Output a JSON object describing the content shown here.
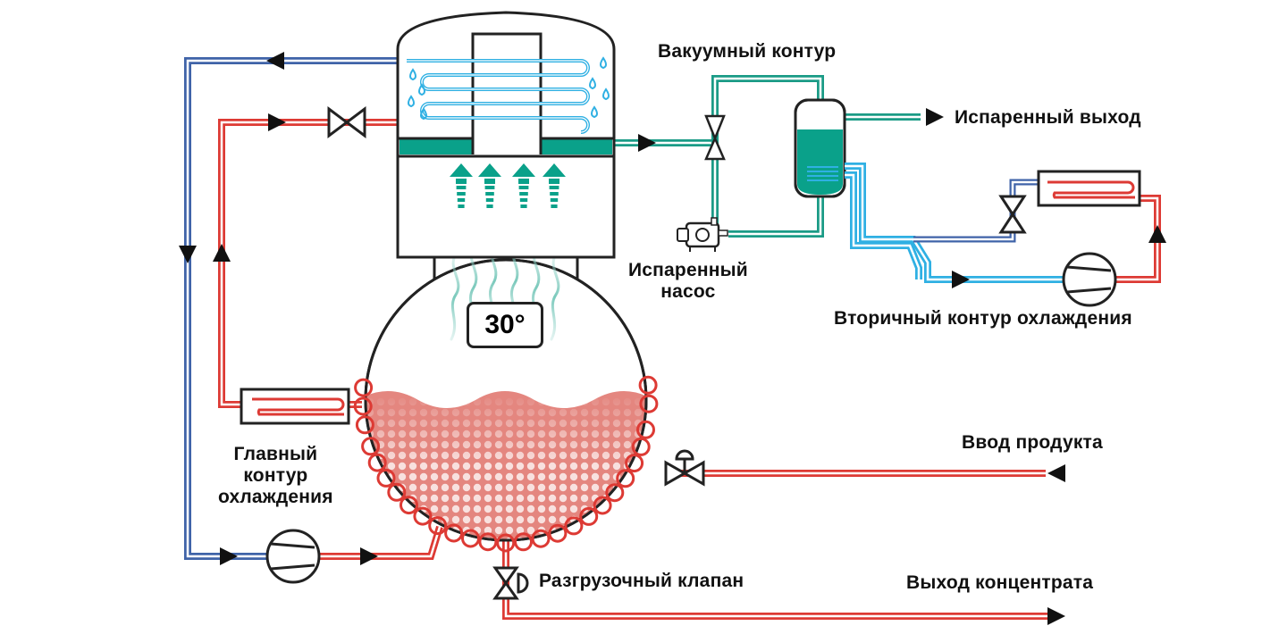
{
  "colors": {
    "hot_pipe": "#dd3a34",
    "cold_pipe": "#3f63a8",
    "vacuum_pipe": "#1a9b86",
    "secondary_pipe": "#2fb0e3",
    "liquid": "#e4867f",
    "condensate": "#0aa18a",
    "outline": "#222222"
  },
  "icons": [
    "valve-icon",
    "pump-icon",
    "flow-arrow-icon",
    "droplet-icon",
    "vapor-arrow-icon",
    "steam-wave-icon",
    "heat-exchanger-icon"
  ],
  "labels": {
    "vacuum_circuit": "Вакуумный контур",
    "evaporated_output": "Испаренный выход",
    "evaporated_pump": "Испаренный\nнасос",
    "secondary_cooling": "Вторичный контур охлаждения",
    "main_cooling": "Главный\nконтур\nохлаждения",
    "product_input": "Ввод продукта",
    "discharge_valve": "Разгрузочный клапан",
    "concentrate_output": "Выход концентрата",
    "temperature": "30°"
  }
}
